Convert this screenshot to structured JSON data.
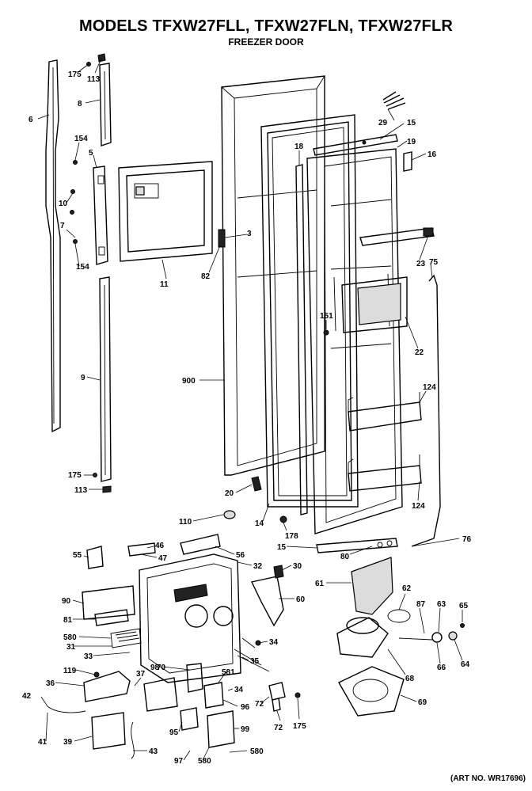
{
  "title": "MODELS TFXW27FLL, TFXW27FLN, TFXW27FLR",
  "subtitle": "FREEZER DOOR",
  "art_number": "(ART NO. WR17696)",
  "callouts": [
    {
      "id": "c1",
      "text": "175"
    },
    {
      "id": "c2",
      "text": "113"
    },
    {
      "id": "c3",
      "text": "6"
    },
    {
      "id": "c4",
      "text": "8"
    },
    {
      "id": "c5",
      "text": "154"
    },
    {
      "id": "c6",
      "text": "5"
    },
    {
      "id": "c7",
      "text": "10"
    },
    {
      "id": "c8",
      "text": "7"
    },
    {
      "id": "c9",
      "text": "154"
    },
    {
      "id": "c10",
      "text": "9"
    },
    {
      "id": "c11",
      "text": "175"
    },
    {
      "id": "c12",
      "text": "113"
    },
    {
      "id": "c13",
      "text": "11"
    },
    {
      "id": "c14",
      "text": "82"
    },
    {
      "id": "c15",
      "text": "3"
    },
    {
      "id": "c16",
      "text": "900"
    },
    {
      "id": "c17",
      "text": "20"
    },
    {
      "id": "c18",
      "text": "110"
    },
    {
      "id": "c19",
      "text": "14"
    },
    {
      "id": "c20",
      "text": "178"
    },
    {
      "id": "c21",
      "text": "18"
    },
    {
      "id": "c22",
      "text": "29"
    },
    {
      "id": "c23",
      "text": "15"
    },
    {
      "id": "c24",
      "text": "19"
    },
    {
      "id": "c25",
      "text": "16"
    },
    {
      "id": "c26",
      "text": "23"
    },
    {
      "id": "c27",
      "text": "75"
    },
    {
      "id": "c28",
      "text": "151"
    },
    {
      "id": "c29",
      "text": "22"
    },
    {
      "id": "c30",
      "text": "124"
    },
    {
      "id": "c31",
      "text": "124"
    },
    {
      "id": "c32",
      "text": "15"
    },
    {
      "id": "c33",
      "text": "80"
    },
    {
      "id": "c34",
      "text": "76"
    },
    {
      "id": "c35",
      "text": "55"
    },
    {
      "id": "c36",
      "text": "46"
    },
    {
      "id": "c37",
      "text": "47"
    },
    {
      "id": "c38",
      "text": "56"
    },
    {
      "id": "c39",
      "text": "32"
    },
    {
      "id": "c40",
      "text": "30"
    },
    {
      "id": "c41",
      "text": "60"
    },
    {
      "id": "c42",
      "text": "90"
    },
    {
      "id": "c43",
      "text": "81"
    },
    {
      "id": "c44",
      "text": "580"
    },
    {
      "id": "c45",
      "text": "31"
    },
    {
      "id": "c46",
      "text": "33"
    },
    {
      "id": "c47",
      "text": "34"
    },
    {
      "id": "c48",
      "text": "35"
    },
    {
      "id": "c49",
      "text": "119"
    },
    {
      "id": "c50",
      "text": "36"
    },
    {
      "id": "c51",
      "text": "37"
    },
    {
      "id": "c52",
      "text": "98"
    },
    {
      "id": "c53",
      "text": "70"
    },
    {
      "id": "c54",
      "text": "581"
    },
    {
      "id": "c55",
      "text": "34"
    },
    {
      "id": "c56",
      "text": "96"
    },
    {
      "id": "c57",
      "text": "72"
    },
    {
      "id": "c58",
      "text": "72"
    },
    {
      "id": "c59",
      "text": "175"
    },
    {
      "id": "c60",
      "text": "42"
    },
    {
      "id": "c61",
      "text": "41"
    },
    {
      "id": "c62",
      "text": "39"
    },
    {
      "id": "c63",
      "text": "43"
    },
    {
      "id": "c64",
      "text": "95"
    },
    {
      "id": "c65",
      "text": "99"
    },
    {
      "id": "c66",
      "text": "97"
    },
    {
      "id": "c67",
      "text": "580"
    },
    {
      "id": "c68",
      "text": "580"
    },
    {
      "id": "c69",
      "text": "61"
    },
    {
      "id": "c70",
      "text": "62"
    },
    {
      "id": "c71",
      "text": "87"
    },
    {
      "id": "c72",
      "text": "63"
    },
    {
      "id": "c73",
      "text": "65"
    },
    {
      "id": "c74",
      "text": "66"
    },
    {
      "id": "c75",
      "text": "64"
    },
    {
      "id": "c76",
      "text": "68"
    },
    {
      "id": "c77",
      "text": "69"
    }
  ]
}
